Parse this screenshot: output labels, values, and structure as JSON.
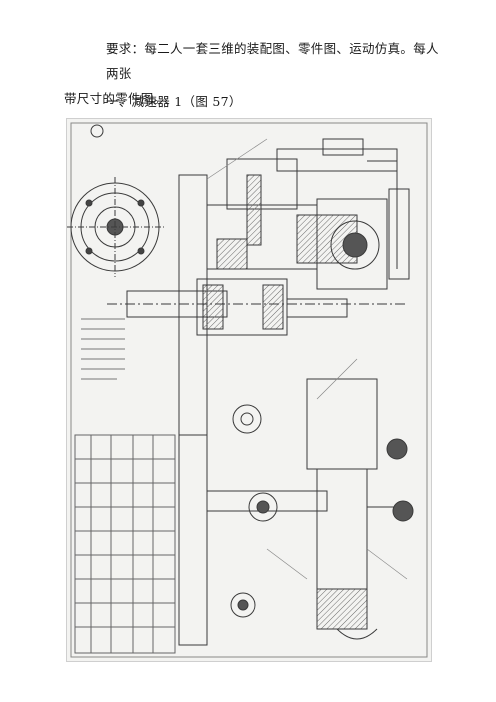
{
  "document": {
    "requirement_line1": "要求：每二人一套三维的装配图、零件图、运动仿真。每人两张",
    "requirement_line2": "带尺寸的零件图。",
    "section_heading": "一、减速器 1（图 57）"
  },
  "figure": {
    "description_icon": "assembly-drawing-scan",
    "colors": {
      "paper": "#f3f3f1",
      "ink": "#3a3a3a",
      "hatch": "#6b6b6b"
    }
  }
}
